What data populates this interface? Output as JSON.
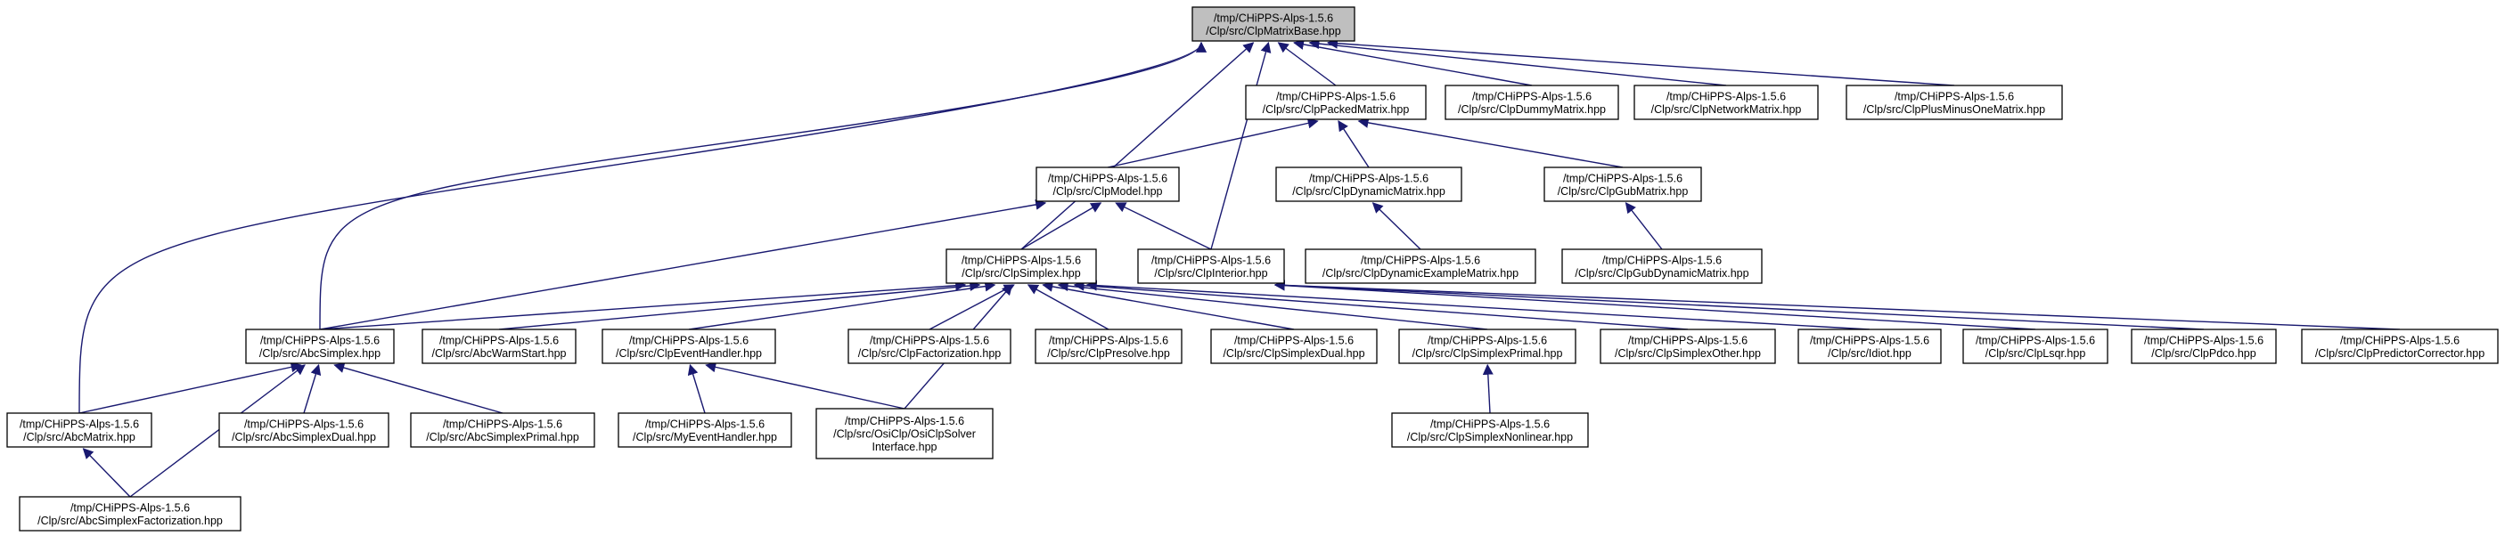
{
  "nodes": {
    "clpmatrixbase": [
      "/tmp/CHiPPS-Alps-1.5.6",
      "/Clp/src/ClpMatrixBase.hpp"
    ],
    "clppackedmatrix": [
      "/tmp/CHiPPS-Alps-1.5.6",
      "/Clp/src/ClpPackedMatrix.hpp"
    ],
    "clpdummymatrix": [
      "/tmp/CHiPPS-Alps-1.5.6",
      "/Clp/src/ClpDummyMatrix.hpp"
    ],
    "clpnetworkmatrix": [
      "/tmp/CHiPPS-Alps-1.5.6",
      "/Clp/src/ClpNetworkMatrix.hpp"
    ],
    "clpplusminusonematrix": [
      "/tmp/CHiPPS-Alps-1.5.6",
      "/Clp/src/ClpPlusMinusOneMatrix.hpp"
    ],
    "clpmodel": [
      "/tmp/CHiPPS-Alps-1.5.6",
      "/Clp/src/ClpModel.hpp"
    ],
    "clpdynamicmatrix": [
      "/tmp/CHiPPS-Alps-1.5.6",
      "/Clp/src/ClpDynamicMatrix.hpp"
    ],
    "clpgubmatrix": [
      "/tmp/CHiPPS-Alps-1.5.6",
      "/Clp/src/ClpGubMatrix.hpp"
    ],
    "clpsimplex": [
      "/tmp/CHiPPS-Alps-1.5.6",
      "/Clp/src/ClpSimplex.hpp"
    ],
    "clpinterior": [
      "/tmp/CHiPPS-Alps-1.5.6",
      "/Clp/src/ClpInterior.hpp"
    ],
    "clpdynamicexamplematrix": [
      "/tmp/CHiPPS-Alps-1.5.6",
      "/Clp/src/ClpDynamicExampleMatrix.hpp"
    ],
    "clpgubdynamicmatrix": [
      "/tmp/CHiPPS-Alps-1.5.6",
      "/Clp/src/ClpGubDynamicMatrix.hpp"
    ],
    "abcsimplex": [
      "/tmp/CHiPPS-Alps-1.5.6",
      "/Clp/src/AbcSimplex.hpp"
    ],
    "abcwarmstart": [
      "/tmp/CHiPPS-Alps-1.5.6",
      "/Clp/src/AbcWarmStart.hpp"
    ],
    "clpeventhandler": [
      "/tmp/CHiPPS-Alps-1.5.6",
      "/Clp/src/ClpEventHandler.hpp"
    ],
    "clpfactorization": [
      "/tmp/CHiPPS-Alps-1.5.6",
      "/Clp/src/ClpFactorization.hpp"
    ],
    "clppresolve": [
      "/tmp/CHiPPS-Alps-1.5.6",
      "/Clp/src/ClpPresolve.hpp"
    ],
    "clpsimplexdual": [
      "/tmp/CHiPPS-Alps-1.5.6",
      "/Clp/src/ClpSimplexDual.hpp"
    ],
    "clpsimplexprimal": [
      "/tmp/CHiPPS-Alps-1.5.6",
      "/Clp/src/ClpSimplexPrimal.hpp"
    ],
    "clpsimplexother": [
      "/tmp/CHiPPS-Alps-1.5.6",
      "/Clp/src/ClpSimplexOther.hpp"
    ],
    "idiot": [
      "/tmp/CHiPPS-Alps-1.5.6",
      "/Clp/src/Idiot.hpp"
    ],
    "clplsqr": [
      "/tmp/CHiPPS-Alps-1.5.6",
      "/Clp/src/ClpLsqr.hpp"
    ],
    "clppdco": [
      "/tmp/CHiPPS-Alps-1.5.6",
      "/Clp/src/ClpPdco.hpp"
    ],
    "clppredictorcorrector": [
      "/tmp/CHiPPS-Alps-1.5.6",
      "/Clp/src/ClpPredictorCorrector.hpp"
    ],
    "abcmatrix": [
      "/tmp/CHiPPS-Alps-1.5.6",
      "/Clp/src/AbcMatrix.hpp"
    ],
    "abcsimplexdual": [
      "/tmp/CHiPPS-Alps-1.5.6",
      "/Clp/src/AbcSimplexDual.hpp"
    ],
    "abcsimplexprimal": [
      "/tmp/CHiPPS-Alps-1.5.6",
      "/Clp/src/AbcSimplexPrimal.hpp"
    ],
    "myeventhandler": [
      "/tmp/CHiPPS-Alps-1.5.6",
      "/Clp/src/MyEventHandler.hpp"
    ],
    "osiclpsolverinterface": [
      "/tmp/CHiPPS-Alps-1.5.6",
      "/Clp/src/OsiClp/OsiClpSolver",
      "Interface.hpp"
    ],
    "clpsimplexnonlinear": [
      "/tmp/CHiPPS-Alps-1.5.6",
      "/Clp/src/ClpSimplexNonlinear.hpp"
    ],
    "abcsimplexfactorization": [
      "/tmp/CHiPPS-Alps-1.5.6",
      "/Clp/src/AbcSimplexFactorization.hpp"
    ]
  },
  "edges": [
    [
      "clpmatrixbase",
      "clppackedmatrix"
    ],
    [
      "clpmatrixbase",
      "clpdummymatrix"
    ],
    [
      "clpmatrixbase",
      "clpnetworkmatrix"
    ],
    [
      "clpmatrixbase",
      "clpplusminusonematrix"
    ],
    [
      "clpmatrixbase",
      "clpsimplex"
    ],
    [
      "clpmatrixbase",
      "clpinterior"
    ],
    [
      "clpmatrixbase",
      "abcsimplex"
    ],
    [
      "clpmatrixbase",
      "abcmatrix"
    ],
    [
      "clppackedmatrix",
      "clpmodel"
    ],
    [
      "clppackedmatrix",
      "clpdynamicmatrix"
    ],
    [
      "clppackedmatrix",
      "clpgubmatrix"
    ],
    [
      "clpmodel",
      "clpsimplex"
    ],
    [
      "clpmodel",
      "clpinterior"
    ],
    [
      "clpmodel",
      "abcsimplex"
    ],
    [
      "clpdynamicmatrix",
      "clpdynamicexamplematrix"
    ],
    [
      "clpgubmatrix",
      "clpgubdynamicmatrix"
    ],
    [
      "clpsimplex",
      "abcsimplex"
    ],
    [
      "clpsimplex",
      "abcwarmstart"
    ],
    [
      "clpsimplex",
      "clpeventhandler"
    ],
    [
      "clpsimplex",
      "clpfactorization"
    ],
    [
      "clpsimplex",
      "clppresolve"
    ],
    [
      "clpsimplex",
      "clpsimplexdual"
    ],
    [
      "clpsimplex",
      "clpsimplexprimal"
    ],
    [
      "clpsimplex",
      "clpsimplexother"
    ],
    [
      "clpsimplex",
      "idiot"
    ],
    [
      "clpsimplex",
      "osiclpsolverinterface"
    ],
    [
      "clpinterior",
      "clplsqr"
    ],
    [
      "clpinterior",
      "clppdco"
    ],
    [
      "clpinterior",
      "clppredictorcorrector"
    ],
    [
      "abcsimplex",
      "abcmatrix"
    ],
    [
      "abcsimplex",
      "abcsimplexdual"
    ],
    [
      "abcsimplex",
      "abcsimplexprimal"
    ],
    [
      "abcsimplex",
      "abcsimplexfactorization"
    ],
    [
      "abcmatrix",
      "abcsimplexfactorization"
    ],
    [
      "clpeventhandler",
      "myeventhandler"
    ],
    [
      "clpeventhandler",
      "osiclpsolverinterface"
    ],
    [
      "clpsimplexprimal",
      "clpsimplexnonlinear"
    ]
  ]
}
